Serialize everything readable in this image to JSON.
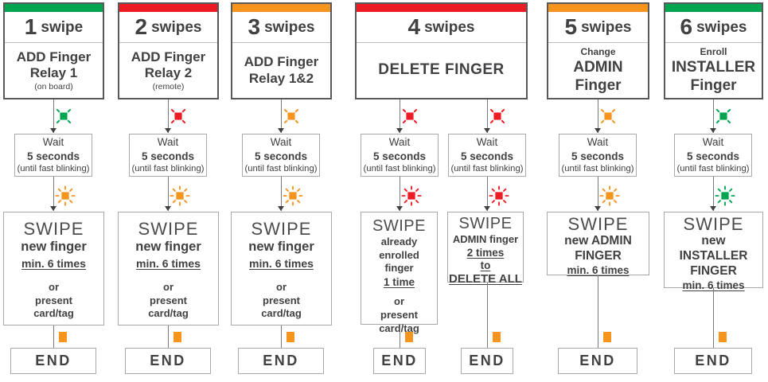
{
  "headers": [
    {
      "num": "1",
      "word": "swipe",
      "bar_color": "#00a551",
      "line1": "ADD Finger",
      "line2": "Relay 1",
      "note": "(on board)"
    },
    {
      "num": "2",
      "word": "swipes",
      "bar_color": "#ed1c24",
      "line1": "ADD Finger",
      "line2": "Relay 2",
      "note": "(remote)"
    },
    {
      "num": "3",
      "word": "swipes",
      "bar_color": "#f7941e",
      "line1": "ADD Finger",
      "line2": "Relay 1&2"
    },
    {
      "num": "4",
      "word": "swipes",
      "bar_color": "#ed1c24",
      "line1": "DELETE FINGER"
    },
    {
      "num": "5",
      "word": "swipes",
      "bar_color": "#f7941e",
      "small": "Change",
      "line1": "ADMIN",
      "line2": "Finger"
    },
    {
      "num": "6",
      "word": "swipes",
      "bar_color": "#00a551",
      "small": "Enroll",
      "line1": "INSTALLER",
      "line2": "Finger"
    }
  ],
  "wait": {
    "l1": "Wait",
    "l2": "5 seconds",
    "l3": "(until fast blinking)"
  },
  "swipe": {
    "relay": {
      "title": "SWIPE",
      "bold": "new finger",
      "times": "min. 6 times",
      "or": "or",
      "alt1": "present",
      "alt2": "card/tag"
    },
    "delete_one": {
      "title": "SWIPE",
      "l1": "already enrolled",
      "l2": "finger",
      "times": "1 time",
      "or": "or",
      "alt1": "present",
      "alt2": "card/tag"
    },
    "delete_all": {
      "title": "SWIPE",
      "l1": "ADMIN finger",
      "l2": "2 times",
      "l3": "to",
      "l4": "DELETE ALL"
    },
    "admin": {
      "title": "SWIPE",
      "l1": "new ADMIN",
      "l2": "FINGER",
      "times": "min. 6 times"
    },
    "installer": {
      "title": "SWIPE",
      "l1": "new",
      "l2": "INSTALLER",
      "l3": "FINGER",
      "times": "min. 6 times"
    }
  },
  "end_label": "END",
  "chains": [
    {
      "slow": "#00a551",
      "fast": "#f7941e",
      "steady": "#f7941e"
    },
    {
      "slow": "#ed1c24",
      "fast": "#f7941e",
      "steady": "#f7941e"
    },
    {
      "slow": "#f7941e",
      "fast": "#f7941e",
      "steady": "#f7941e"
    },
    {
      "slow": "#ed1c24",
      "fast": "#ed1c24",
      "steady": "#f7941e"
    },
    {
      "slow": "#ed1c24",
      "fast": "#ed1c24",
      "steady": "#f7941e"
    },
    {
      "slow": "#f7941e",
      "fast": "#f7941e",
      "steady": "#f7941e"
    },
    {
      "slow": "#00a551",
      "fast": "#00a551",
      "steady": "#f7941e"
    }
  ]
}
